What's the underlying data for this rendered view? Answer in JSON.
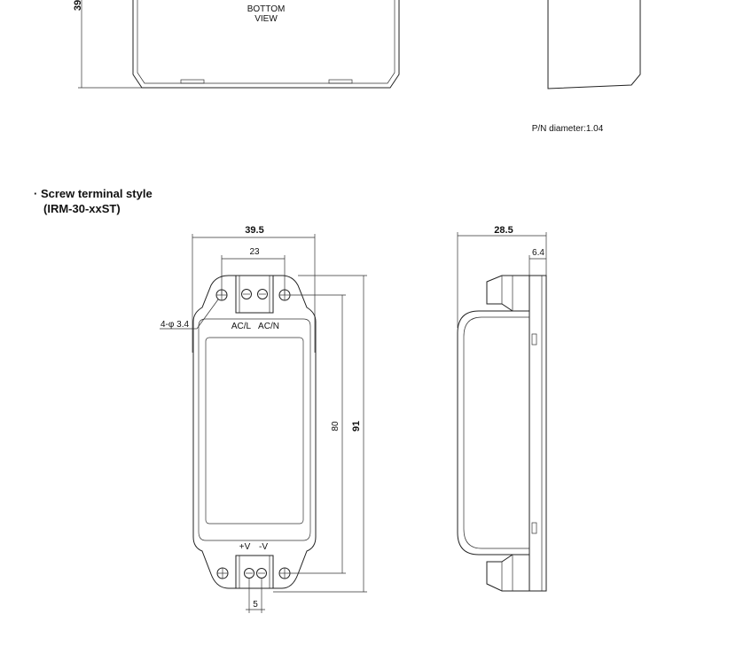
{
  "top": {
    "cut_dimension": "39",
    "bottom_view_line1": "BOTTOM",
    "bottom_view_line2": "VIEW",
    "pin_note": "P/N diameter:1.04"
  },
  "section": {
    "title": "· Screw terminal style",
    "subtitle": "(IRM-30-xxST)"
  },
  "front": {
    "width_total": "39.5",
    "terminal_pitch": "23",
    "hole_spec": "4-φ 3.4",
    "ac_l": "AC/L",
    "ac_n": "AC/N",
    "dim_80": "80",
    "dim_91": "91",
    "plus_v": "+V",
    "minus_v": "-V",
    "dim_5": "5"
  },
  "side": {
    "depth": "28.5",
    "flange": "6.4"
  }
}
